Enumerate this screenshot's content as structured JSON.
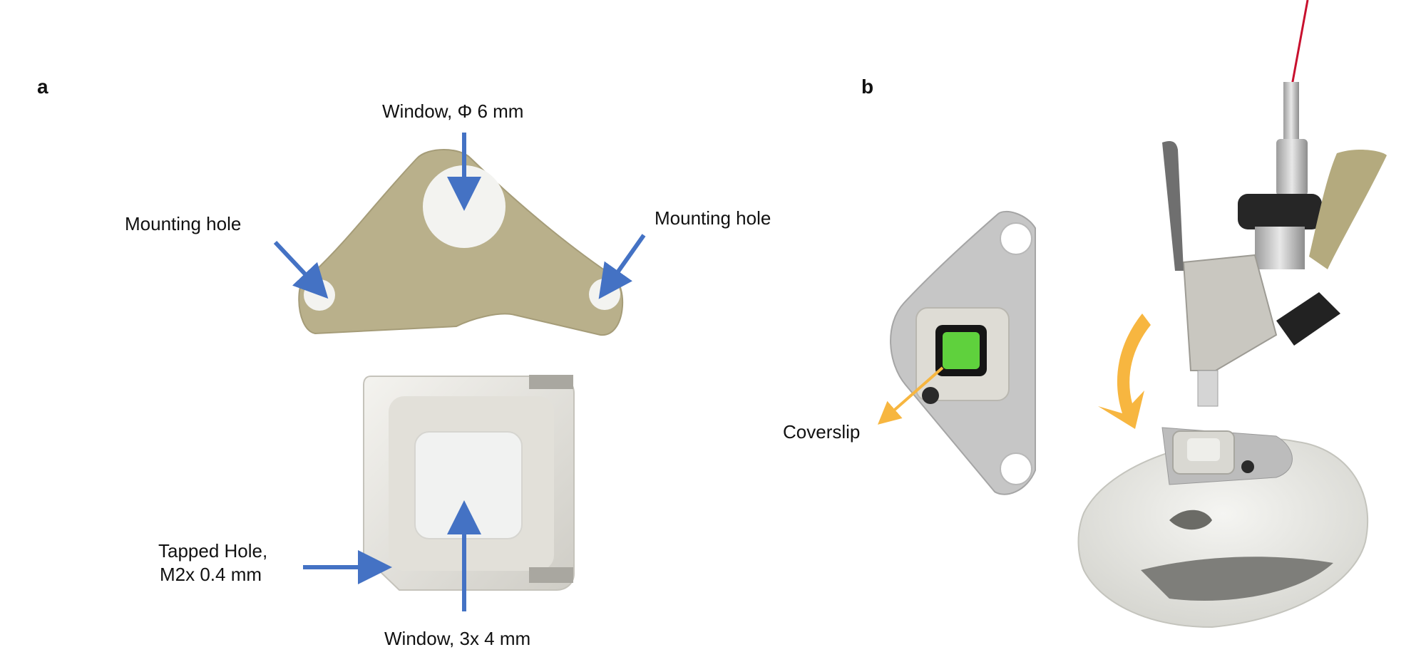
{
  "panels": {
    "a": {
      "letter": "a"
    },
    "b": {
      "letter": "b"
    }
  },
  "labels": {
    "window_top": "Window, Φ 6 mm",
    "mounting_left": "Mounting hole",
    "mounting_right": "Mounting hole",
    "tapped_line1": "Tapped Hole,",
    "tapped_line2": "M2x  0.4 mm",
    "window_bottom": "Window, 3x  4 mm",
    "coverslip": "Coverslip"
  },
  "colors": {
    "arrow_blue": "#4472c4",
    "arrow_orange": "#f7b640",
    "plate_tan": "#b9b08b",
    "metal_light": "#e7e6e1",
    "coverslip_green": "#5fd13d",
    "fiber_red": "#c8102e"
  }
}
